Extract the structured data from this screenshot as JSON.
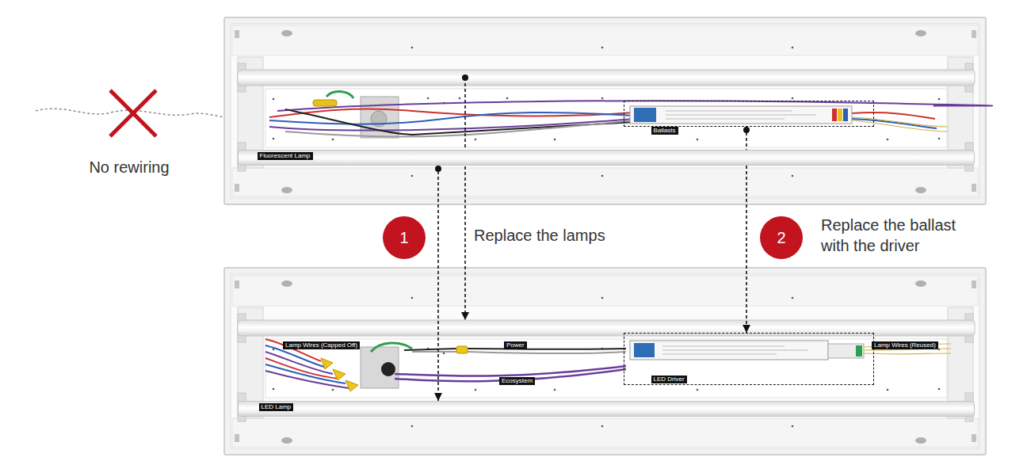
{
  "diagram": {
    "nodes": [
      {
        "text": [
          "Fluorescent Lamp"
        ]
      },
      {
        "text": [
          "Ballasts"
        ]
      },
      {
        "text": [
          "LED Lamp"
        ]
      },
      {
        "text": [
          "LED Driver"
        ]
      }
    ],
    "edges": [
      {
        "from": 0,
        "to": 2,
        "arrow": "to"
      },
      {
        "from": 1,
        "to": 3,
        "arrow": "to"
      }
    ],
    "labels": [
      "No rewiring",
      "1",
      "Replace the lamps",
      "2",
      "Replace the ballast with the driver",
      "Lamp Wires (Capped Off)",
      "Power",
      "Ecosystem",
      "Lamp Wires (Reused)"
    ]
  }
}
